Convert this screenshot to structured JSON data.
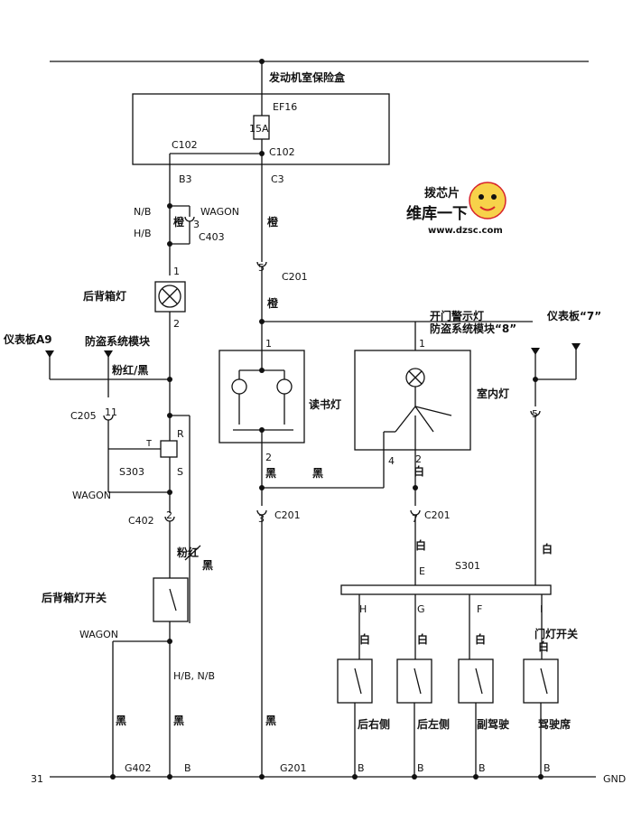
{
  "top_fuse_box": {
    "label": "发动机室保险盒",
    "fuse_id": "EF16",
    "fuse_rating": "15A",
    "conn_left": "C102",
    "conn_right": "C102"
  },
  "left_branch": {
    "pin_b3": "B3",
    "wire_nb": "N/B",
    "wire_hb": "H/B",
    "wagon_label": "WAGON",
    "wire_orange": "橙",
    "conn_c403": "C403",
    "pin3": "3",
    "lamp_pin1": "1",
    "lamp_pin2": "2",
    "lamp_label": "后背箱灯"
  },
  "right_branch": {
    "pin_c3": "C3",
    "wire_orange": "橙",
    "pin5": "5",
    "conn_c201": "C201",
    "wire_orange2": "橙"
  },
  "left_side": {
    "dash_a9": "仪表板A9",
    "antitheft": "防盗系统模块",
    "wire_pink_black": "粉红/黑",
    "conn_c205": "C205",
    "pin11": "11",
    "relay_t": "T",
    "relay_r": "R",
    "relay_s": "S",
    "s303": "S303",
    "wagon": "WAGON",
    "conn_c402": "C402",
    "pin2": "2",
    "wire_pink": "粉红",
    "wire_black_suffix": "黑",
    "switch_label": "后背箱灯开关"
  },
  "reading_lamp": {
    "pin1": "1",
    "pin2": "2",
    "label": "读书灯",
    "wire_black1": "黑",
    "wire_black2": "黑",
    "pin3": "3",
    "conn_c201": "C201"
  },
  "dome_lamp": {
    "warning_label": "开门警示灯",
    "antitheft_label": "防盗系统模块“8”",
    "pin1": "1",
    "pin2": "2",
    "pin4": "4",
    "label": "室内灯",
    "wire_white": "白",
    "pin7": "7",
    "conn_c201": "C201",
    "wire_white2": "白"
  },
  "dash7": {
    "label": "仪表板“7”",
    "pin5": "5",
    "wire_white": "白"
  },
  "s301": {
    "label": "S301",
    "pin_e": "E",
    "pin_h": "H",
    "pin_g": "G",
    "pin_f": "F",
    "pin_i": "I"
  },
  "door_switches": [
    {
      "wire": "白",
      "label": "后右侧",
      "ground": "B"
    },
    {
      "wire": "白",
      "label": "后左侧",
      "ground": "B"
    },
    {
      "wire": "白",
      "label": "副驾驶",
      "ground": "B"
    },
    {
      "wire": "白",
      "label": "驾驶席",
      "ground": "B"
    }
  ],
  "door_switch_title": "门灯开关",
  "bottom": {
    "left_wagon": "WAGON",
    "wire_black1": "黑",
    "wire_black2": "黑",
    "wire_hb_nb": "H/B, N/B",
    "wire_black3": "黑",
    "num31": "31",
    "g402": "G402",
    "b_left": "B",
    "g201": "G201",
    "gnd": "GND"
  },
  "watermark": {
    "line1": "维库一下",
    "line2": "www.dzsc.com",
    "badge": "拨芯片"
  },
  "colors": {
    "line": "#111111",
    "watermark_red": "#d8232a",
    "watermark_orange": "#f29a1f"
  }
}
